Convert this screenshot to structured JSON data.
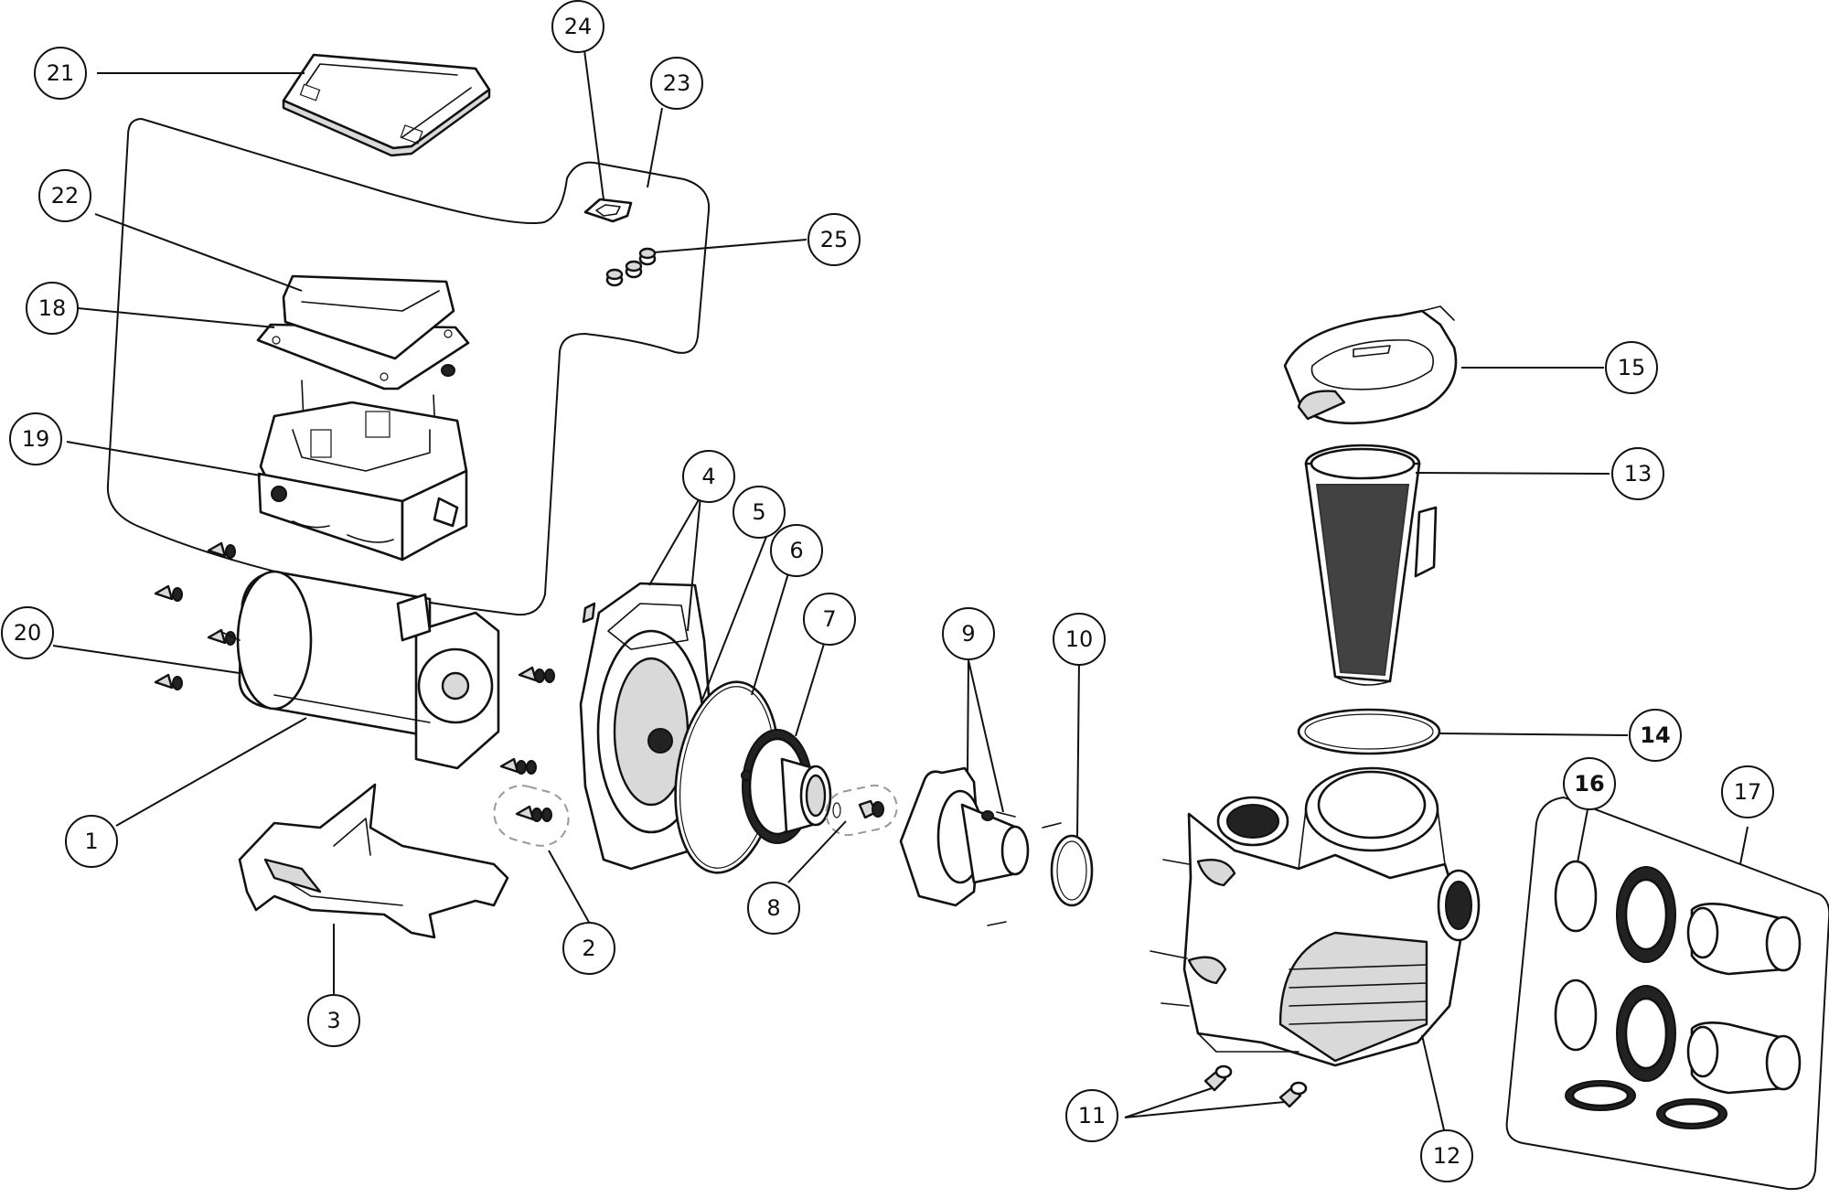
{
  "diagram": {
    "callouts": [
      {
        "id": "callout-21",
        "label": "21"
      },
      {
        "id": "callout-24",
        "label": "24"
      },
      {
        "id": "callout-23",
        "label": "23"
      },
      {
        "id": "callout-22",
        "label": "22"
      },
      {
        "id": "callout-25",
        "label": "25"
      },
      {
        "id": "callout-18",
        "label": "18"
      },
      {
        "id": "callout-19",
        "label": "19"
      },
      {
        "id": "callout-20",
        "label": "20"
      },
      {
        "id": "callout-1",
        "label": "1"
      },
      {
        "id": "callout-2",
        "label": "2"
      },
      {
        "id": "callout-3",
        "label": "3"
      },
      {
        "id": "callout-4",
        "label": "4"
      },
      {
        "id": "callout-5",
        "label": "5"
      },
      {
        "id": "callout-6",
        "label": "6"
      },
      {
        "id": "callout-7",
        "label": "7"
      },
      {
        "id": "callout-8",
        "label": "8"
      },
      {
        "id": "callout-9",
        "label": "9"
      },
      {
        "id": "callout-10",
        "label": "10"
      },
      {
        "id": "callout-11",
        "label": "11"
      },
      {
        "id": "callout-12",
        "label": "12"
      },
      {
        "id": "callout-13",
        "label": "13"
      },
      {
        "id": "callout-14",
        "label": "14"
      },
      {
        "id": "callout-15",
        "label": "15"
      },
      {
        "id": "callout-16",
        "label": "16"
      },
      {
        "id": "callout-17",
        "label": "17"
      }
    ],
    "colors": {
      "line": "#111111",
      "background": "#ffffff",
      "shading": "#d9d9d9",
      "dashed": "#999999"
    }
  }
}
